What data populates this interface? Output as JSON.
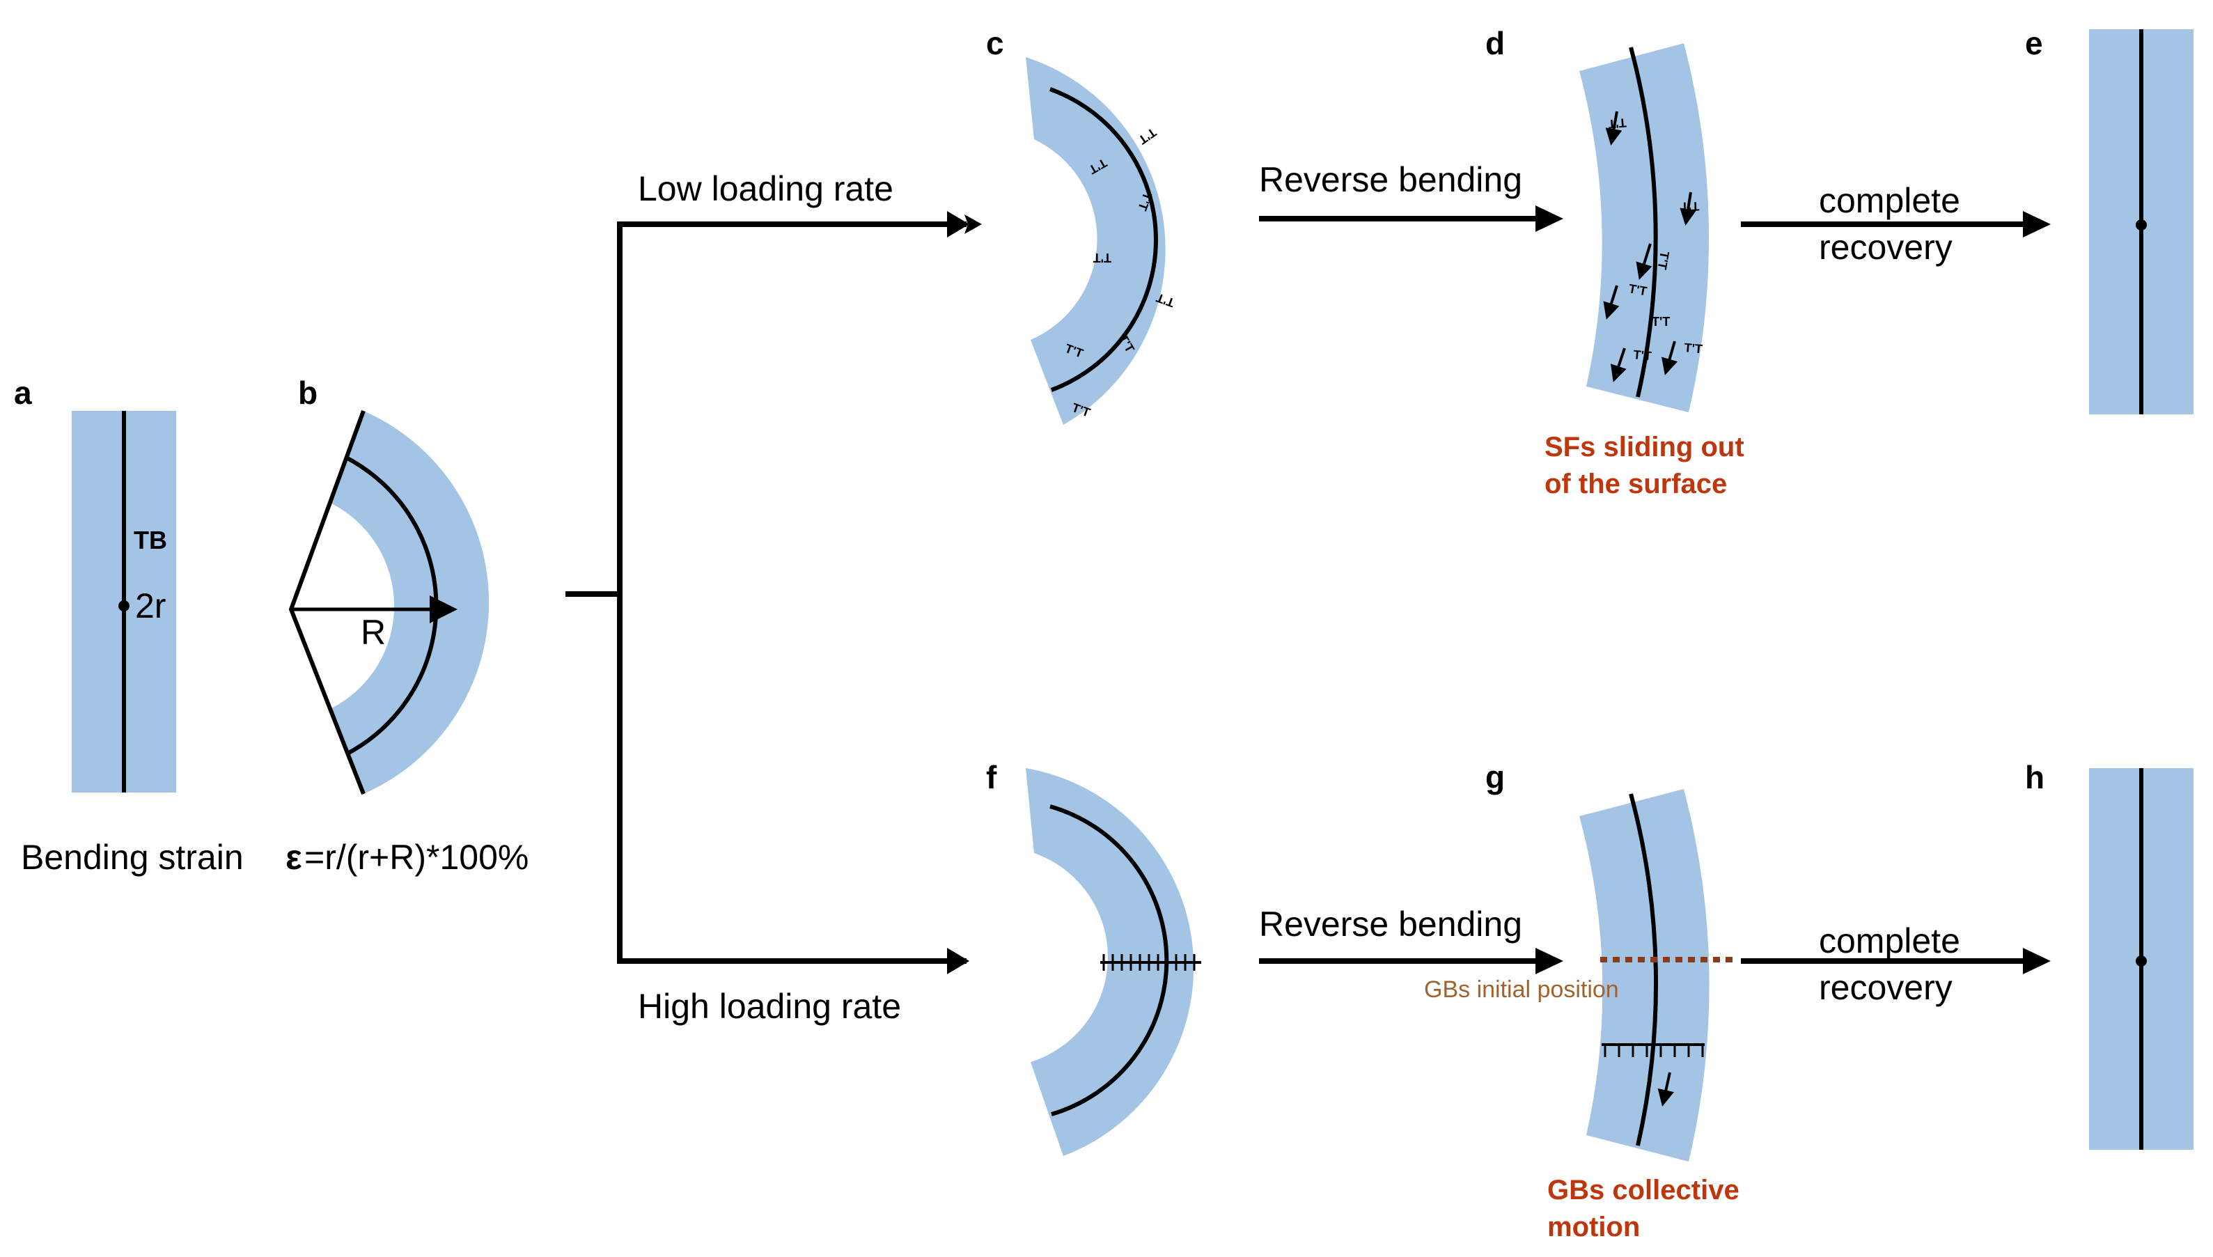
{
  "colors": {
    "band": "#a4c4e6",
    "line": "#000000",
    "red": "#c0360c",
    "brown": "#a0632e",
    "gb_dots": "#8a3b1a"
  },
  "panels": {
    "a": "a",
    "b": "b",
    "c": "c",
    "d": "d",
    "e": "e",
    "f": "f",
    "g": "g",
    "h": "h"
  },
  "labels": {
    "tb": "TB",
    "two_r": "2r",
    "radius": "R",
    "strain_prefix": "Bending strain",
    "strain_epsilon": "ε",
    "strain_formula": "=r/(r+R)*100%",
    "low_rate": "Low loading rate",
    "high_rate": "High loading rate",
    "reverse_top": "Reverse bending",
    "reverse_bottom": "Reverse bending",
    "complete_top_1": "complete",
    "complete_top_2": "recovery",
    "complete_bottom_1": "complete",
    "complete_bottom_2": "recovery",
    "sf_line1": "SFs sliding out",
    "sf_line2": "of the surface",
    "gb_initial": "GBs initial position",
    "gb_line1": "GBs collective",
    "gb_line2": "motion"
  },
  "dislocation_marks": {
    "c": [
      "T'T",
      "T'T",
      "T'T",
      "T'T",
      "T'T",
      "T'T",
      "T'T",
      "T'T"
    ],
    "d": [
      "T'T",
      "T'T",
      "T'T",
      "T'T",
      "T'T",
      "T'T",
      "T'T"
    ]
  }
}
